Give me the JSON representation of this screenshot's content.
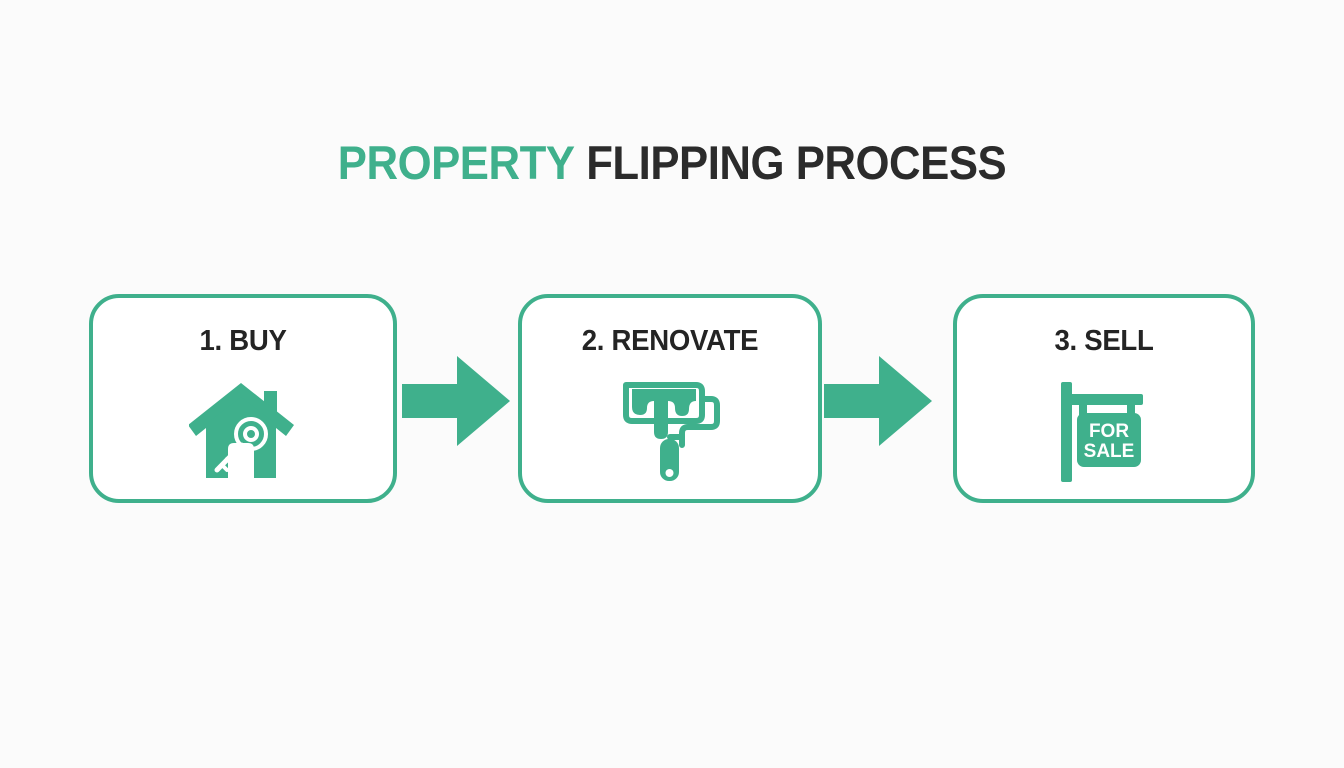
{
  "title": {
    "accent_text": "PROPERTY",
    "rest_text": "FLIPPING PROCESS",
    "accent_color": "#3fb08c",
    "text_color": "#2b2b2b"
  },
  "theme": {
    "background": "#fbfbfb",
    "green": "#3fb08c",
    "box_fill": "#ffffff",
    "dark_text": "#242424"
  },
  "diagram": {
    "type": "process-flow",
    "orientation": "horizontal",
    "step_count": 3,
    "steps": [
      {
        "label": "1. BUY",
        "icon": "house-key-icon"
      },
      {
        "label": "2. RENOVATE",
        "icon": "paint-roller-icon"
      },
      {
        "label": "3. SELL",
        "icon": "for-sale-sign-icon"
      }
    ],
    "connectors": [
      {
        "icon": "arrow-right-icon",
        "from": "1. BUY",
        "to": "2. RENOVATE"
      },
      {
        "icon": "arrow-right-icon",
        "from": "2. RENOVATE",
        "to": "3. SELL"
      }
    ],
    "sign_text": {
      "line1": "FOR",
      "line2": "SALE"
    }
  }
}
